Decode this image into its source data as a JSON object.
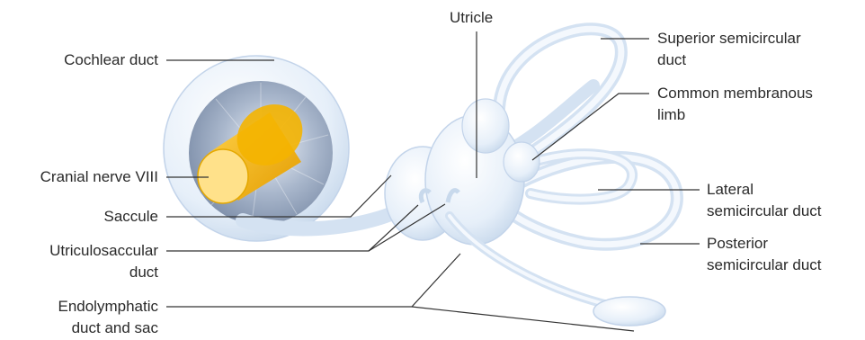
{
  "labels": {
    "cochlear_duct": "Cochlear duct",
    "cranial_nerve": "Cranial nerve VIII",
    "saccule": "Saccule",
    "utriculosaccular": [
      "Utriculosaccular",
      "duct"
    ],
    "endolymphatic": [
      "Endolymphatic",
      "duct and sac"
    ],
    "utricle": "Utricle",
    "superior": [
      "Superior semicircular",
      "duct"
    ],
    "common": [
      "Common membranous",
      "limb"
    ],
    "lateral": [
      "Lateral",
      "semicircular duct"
    ],
    "posterior": [
      "Posterior",
      "semicircular duct"
    ]
  },
  "colors": {
    "membrane": "#e8f1fb",
    "membrane_edge": "#b9cde6",
    "nerve": "#f2b500",
    "leader": "#333333"
  }
}
